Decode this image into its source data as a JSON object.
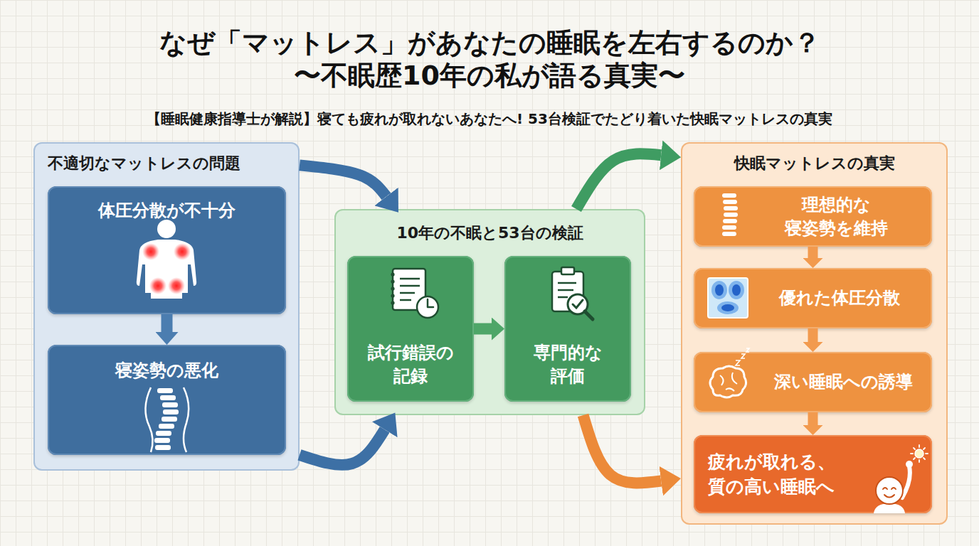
{
  "diagram": {
    "title": "なぜ「マットレス」があなたの睡眠を左右するのか？ 〜不眠歴10年の私が語る真実〜",
    "caption": "【睡眠健康指導士が解説】寝ても疲れが取れないあなたへ! 53台検証でたどり着いた快眠マットレスの真実",
    "nodes": [
      {
        "text": [
          "不適切なマットレスの問題"
        ]
      },
      {
        "text": [
          "体圧分散が不十分"
        ],
        "in": 0
      },
      {
        "text": [
          "寝姿勢の悪化"
        ],
        "in": 0
      },
      {
        "text": [
          "10年の不眠と53台の検証"
        ]
      },
      {
        "text": [
          "試行錯誤の 記録"
        ],
        "in": 3
      },
      {
        "text": [
          "専門的な 評価"
        ],
        "in": 3
      },
      {
        "text": [
          "快眠マットレスの真実"
        ]
      },
      {
        "text": [
          "理想的な 寝姿勢を維持"
        ],
        "in": 6
      },
      {
        "text": [
          "優れた体圧分散"
        ],
        "in": 6
      },
      {
        "text": [
          "深い睡眠への誘導"
        ],
        "in": 6
      },
      {
        "text": [
          "疲れが取れる、 質の高い睡眠へ"
        ],
        "in": 6
      }
    ],
    "edges": [
      {
        "from": 1,
        "to": 2,
        "arrow": "to"
      },
      {
        "from": 0,
        "to": 3,
        "arrow": "to"
      },
      {
        "from": 0,
        "to": 3,
        "arrow": "to"
      },
      {
        "from": 4,
        "to": 5,
        "arrow": "to"
      },
      {
        "from": 3,
        "to": 6,
        "arrow": "to"
      },
      {
        "from": 3,
        "to": 6,
        "arrow": "to"
      },
      {
        "from": 7,
        "to": 8,
        "arrow": "to"
      },
      {
        "from": 8,
        "to": 9,
        "arrow": "to"
      },
      {
        "from": 9,
        "to": 10,
        "arrow": "to"
      }
    ]
  }
}
